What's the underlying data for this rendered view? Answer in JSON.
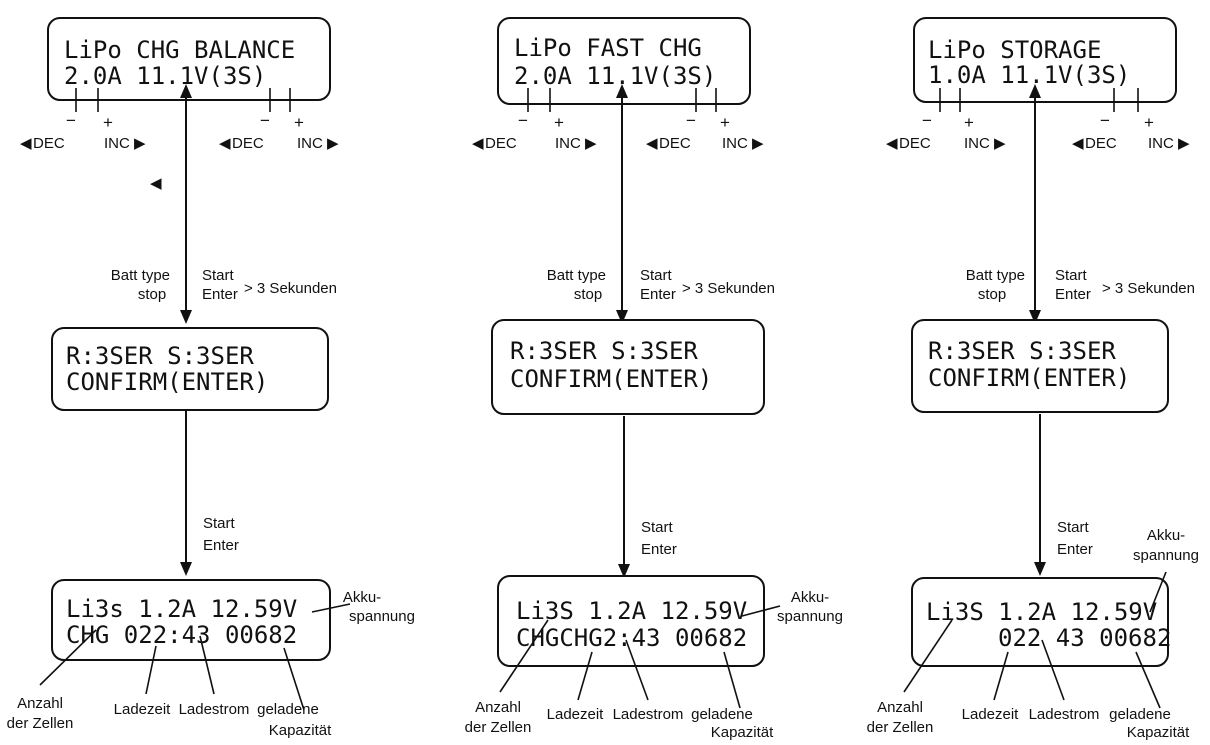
{
  "columns": [
    {
      "screen1": {
        "line1": "LiPo  CHG BALANCE",
        "line2": "2.0A   11.1V(3S)"
      },
      "screen2": {
        "line1": "R:3SER   S:3SER",
        "line2": "CONFIRM(ENTER)"
      },
      "screen3": {
        "line1": "Li3s 1.2A 12.59V",
        "line2": "CHG 022:43 00682"
      }
    },
    {
      "screen1": {
        "line1": "LiPo  FAST CHG",
        "line2": "2.0A 11.1V(3S)"
      },
      "screen2": {
        "line1": "R:3SER  S:3SER",
        "line2": "CONFIRM(ENTER)"
      },
      "screen3": {
        "line1": "Li3S 1.2A 12.59V",
        "line2": "CHGCHG2:43 00682"
      }
    },
    {
      "screen1": {
        "line1": "LiPo  STORAGE",
        "line2": "1.0A    11.1V(3S)"
      },
      "screen2": {
        "line1": "R:3SER  S:3SER",
        "line2": "CONFIRM(ENTER)"
      },
      "screen3": {
        "line1": "Li3S  1.2A  12.59V",
        "line2": "022 43 00682"
      }
    }
  ],
  "labels": {
    "minus": "−",
    "plus": "+",
    "dec": "DEC",
    "inc": "INC",
    "left_triangle": "◀",
    "right_triangle": "▶",
    "batt_type_line1": "Batt type",
    "batt_type_line2": "stop",
    "start": "Start",
    "enter": "Enter",
    "seconds": "> 3 Sekunden",
    "akku_line1": "Akku-",
    "akku_line2": "spannung",
    "anzahl_line1": "Anzahl",
    "anzahl_line2": "der Zellen",
    "ladezeit": "Ladezeit",
    "ladestrom": "Ladestrom",
    "geladene": "geladene",
    "kapazitaet": "Kapazität"
  }
}
